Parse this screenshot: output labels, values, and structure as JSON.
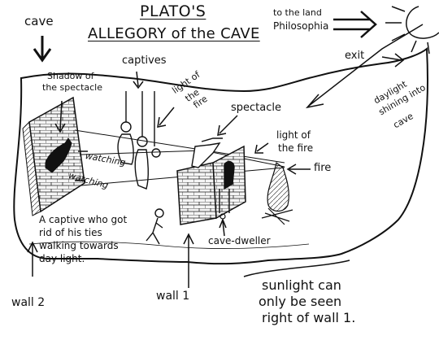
{
  "title": {
    "line1": "PLATO'S",
    "line2": "ALLEGORY of the CAVE"
  },
  "labels": {
    "cave": "cave",
    "to_land": "to the land",
    "philosophia": "Philosophia",
    "exit": "exit",
    "captives": "captives",
    "shadow_line1": "Shadow of",
    "shadow_line2": "the spectacle",
    "light_of_fire_top_line1": "light of",
    "light_of_fire_top_line2": "the",
    "light_of_fire_top_line3": "fire",
    "spectacle": "spectacle",
    "daylight_line1": "daylight",
    "daylight_line2": "shining into",
    "daylight_line3": "cave",
    "light_of_fire_right_line1": "light of",
    "light_of_fire_right_line2": "the fire",
    "fire": "fire",
    "watching_1": "watching",
    "watching_2": "watching",
    "captive_freed_line1": "A captive who got",
    "captive_freed_line2": "rid of his ties",
    "captive_freed_line3": "walking towards",
    "captive_freed_line4": "day light.",
    "cave_dweller": "cave-dweller",
    "wall_2": "wall 2",
    "wall_1": "wall 1",
    "sunlight_line1": "sunlight can",
    "sunlight_line2": "only be seen",
    "sunlight_line3": "right of wall 1."
  },
  "colors": {
    "ink": "#111111",
    "paper": "#ffffff"
  }
}
